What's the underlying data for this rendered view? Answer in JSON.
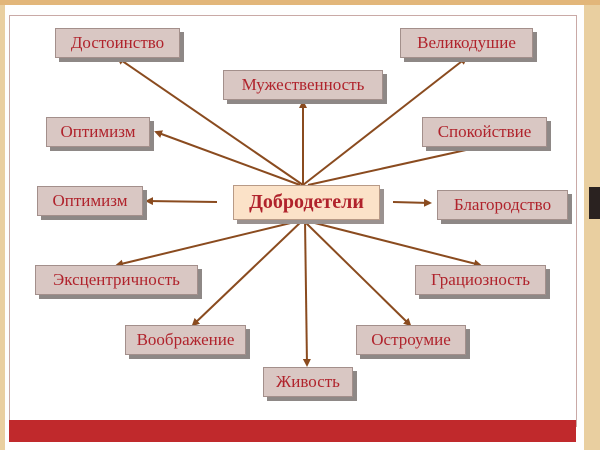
{
  "diagram": {
    "center": {
      "label": "Добродетели"
    },
    "nodes": [
      {
        "id": "dostoinstvo",
        "label": "Достоинство"
      },
      {
        "id": "muzhestvennost",
        "label": "Мужественность"
      },
      {
        "id": "velikodushie",
        "label": "Великодушие"
      },
      {
        "id": "optimizm_top",
        "label": "Оптимизм"
      },
      {
        "id": "spokoystvie",
        "label": "Спокойствие"
      },
      {
        "id": "optimizm_mid",
        "label": "Оптимизм"
      },
      {
        "id": "blagorodstvo",
        "label": "Благородство"
      },
      {
        "id": "ekscentrichnost",
        "label": "Эксцентричность"
      },
      {
        "id": "gracioznost",
        "label": "Грациозность"
      },
      {
        "id": "voobrazhenie",
        "label": "Воображение"
      },
      {
        "id": "ostroumie",
        "label": "Остроумие"
      },
      {
        "id": "zhivost",
        "label": "Живость"
      }
    ],
    "colors": {
      "node_fill": "#d9c7c3",
      "center_fill": "#fbe2c8",
      "text": "#b0232c",
      "arrow": "#8a4b1f",
      "footer_bar": "#c0292c",
      "frame": "#e9cfa0"
    }
  }
}
